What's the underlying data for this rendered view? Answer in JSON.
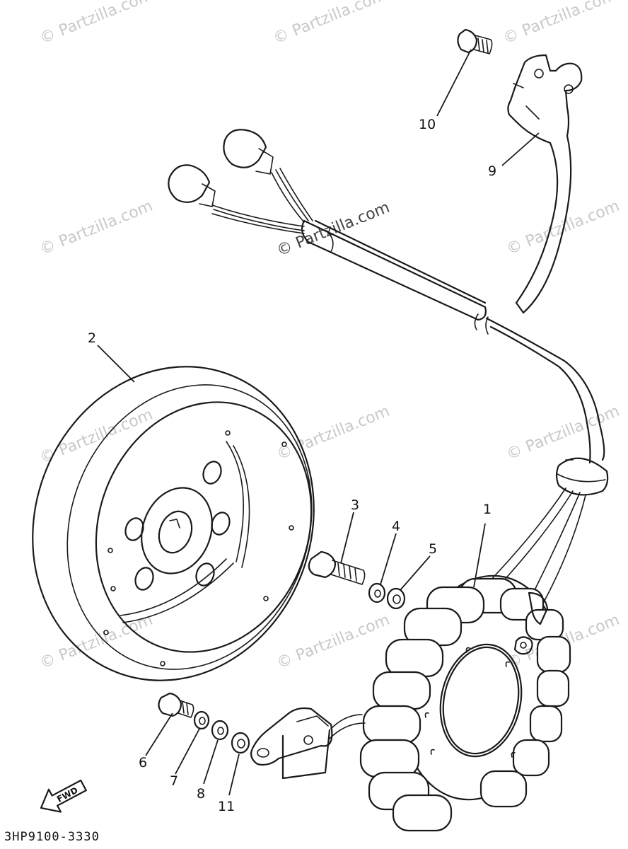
{
  "diagram": {
    "callouts": {
      "c1": "1",
      "c2": "2",
      "c3": "3",
      "c4": "4",
      "c5": "5",
      "c6": "6",
      "c7": "7",
      "c8": "8",
      "c9": "9",
      "c10": "10",
      "c11": "11"
    },
    "fwd_label": "FWD",
    "part_code": "3HP9100-3330",
    "watermark": "© Partzilla.com"
  }
}
